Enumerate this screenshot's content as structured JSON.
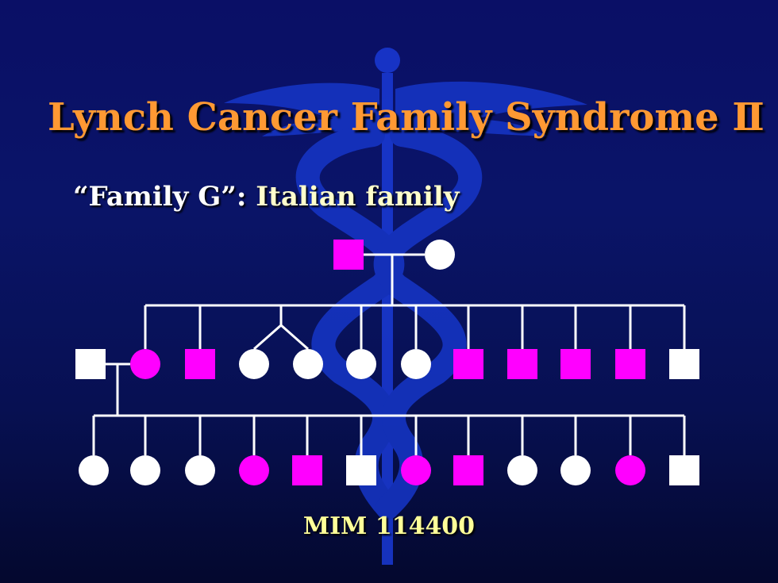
{
  "slide": {
    "title": "Lynch Cancer Family Syndrome Ⅱ",
    "subtitle_quoted": "“Family G”:",
    "subtitle_desc": "Italian family",
    "footer": "MIM 114400"
  },
  "colors": {
    "affected": "#ff00ff",
    "unaffected": "#ffffff",
    "line": "#ffffff",
    "title": "#ff9933",
    "caduceus": "#1a3ad6"
  },
  "pedigree": {
    "generation1": [
      {
        "sex": "male",
        "affected": true
      },
      {
        "sex": "female",
        "affected": false
      }
    ],
    "generation2": [
      {
        "sex": "male",
        "affected": false,
        "role": "spouse"
      },
      {
        "sex": "female",
        "affected": true
      },
      {
        "sex": "male",
        "affected": true
      },
      {
        "sex": "female",
        "affected": false,
        "twin": true
      },
      {
        "sex": "female",
        "affected": false,
        "twin": true
      },
      {
        "sex": "female",
        "affected": false
      },
      {
        "sex": "female",
        "affected": false
      },
      {
        "sex": "male",
        "affected": true
      },
      {
        "sex": "male",
        "affected": true
      },
      {
        "sex": "male",
        "affected": true
      },
      {
        "sex": "male",
        "affected": true
      },
      {
        "sex": "male",
        "affected": false
      }
    ],
    "generation3": [
      {
        "sex": "female",
        "affected": false
      },
      {
        "sex": "female",
        "affected": false
      },
      {
        "sex": "female",
        "affected": false
      },
      {
        "sex": "female",
        "affected": true
      },
      {
        "sex": "male",
        "affected": true
      },
      {
        "sex": "male",
        "affected": false
      },
      {
        "sex": "female",
        "affected": true
      },
      {
        "sex": "male",
        "affected": true
      },
      {
        "sex": "female",
        "affected": false
      },
      {
        "sex": "female",
        "affected": false
      },
      {
        "sex": "female",
        "affected": true
      },
      {
        "sex": "male",
        "affected": false
      }
    ]
  }
}
